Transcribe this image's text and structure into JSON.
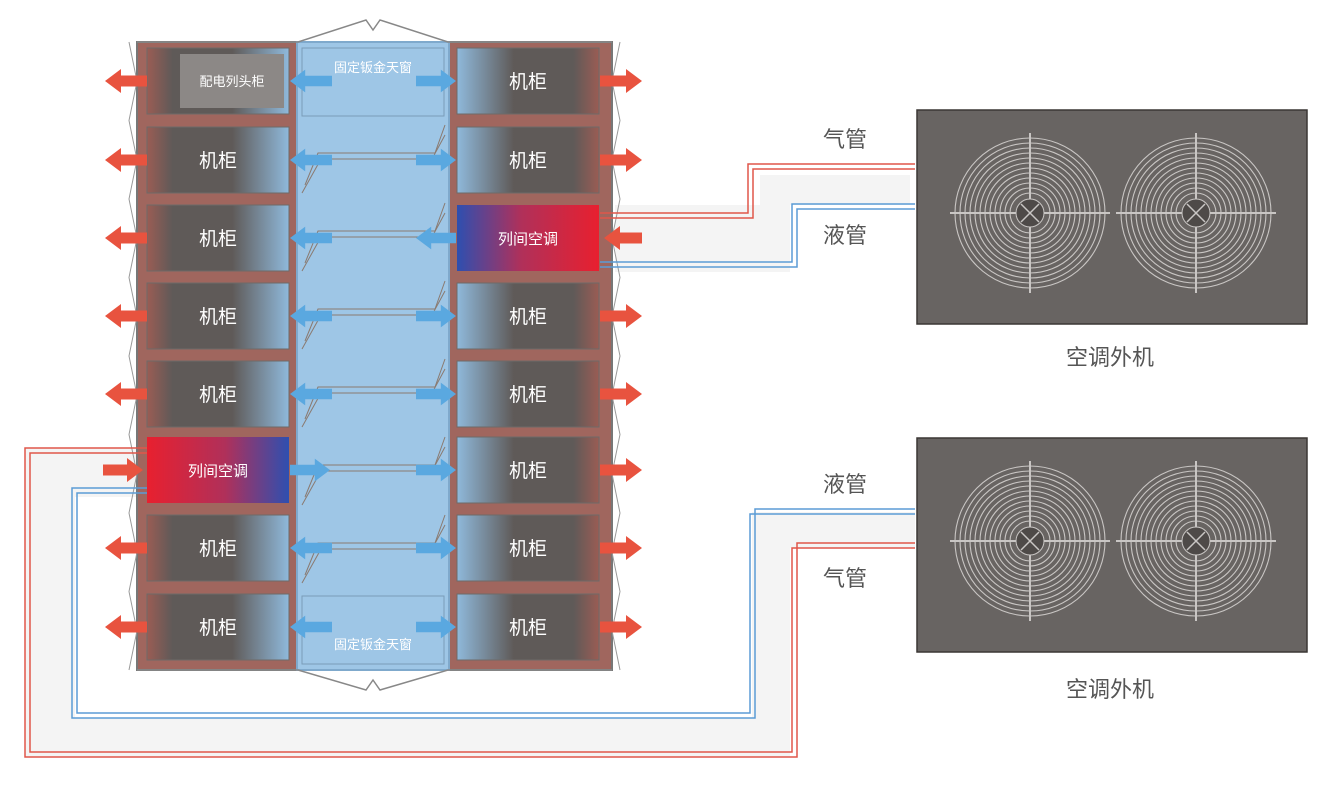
{
  "cabinet_label": "机柜",
  "pdu_label": "配电列头柜",
  "inrow_ac_label": "列间空调",
  "skylight_label": "固定钣金天窗",
  "gas_pipe_label": "气管",
  "liquid_pipe_label": "液管",
  "outdoor_unit_label": "空调外机",
  "colors": {
    "hot_arrow": "#e8533f",
    "cold_arrow": "#5aa8e0",
    "cold_aisle": "#9ec6e6",
    "rack_frame": "#a0665e",
    "cabinet_fill": "#5f5a58",
    "outdoor_unit_fill": "#686462",
    "gas_pipe": "#e0574a",
    "liquid_pipe": "#5b9bd5"
  }
}
